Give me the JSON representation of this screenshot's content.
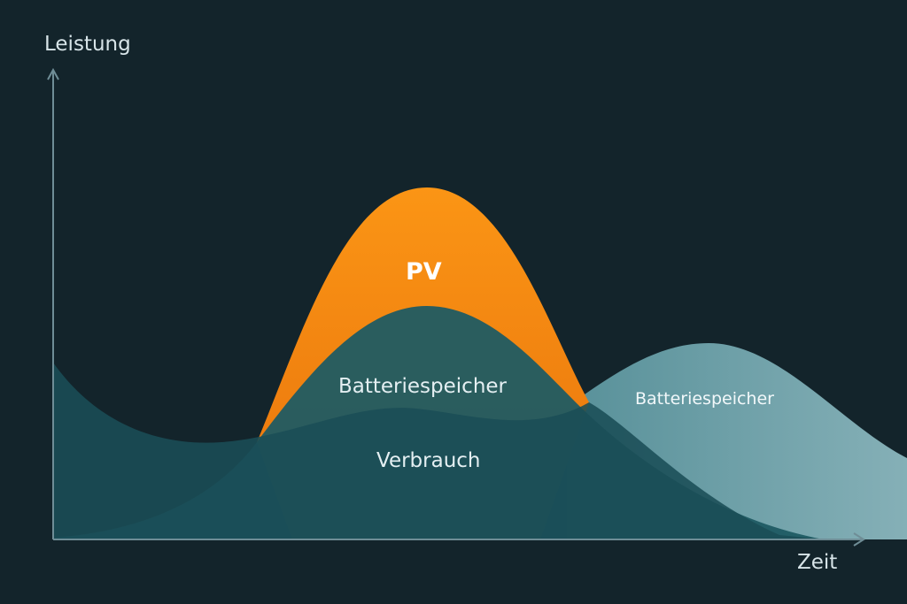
{
  "axes": {
    "y_label": "Leistung",
    "x_label": "Zeit"
  },
  "areas": {
    "pv": {
      "label": "PV",
      "color": "#f7891b"
    },
    "battery_charge": {
      "label": "Batteriespeicher",
      "color": "#1f5b63"
    },
    "battery_discharge": {
      "label": "Batteriespeicher",
      "color": "#8ab9c0"
    },
    "consumption": {
      "label": "Verbrauch",
      "color": "#1a4d57"
    }
  },
  "colors": {
    "background": "#13242b",
    "axis": "#6f8d96"
  }
}
